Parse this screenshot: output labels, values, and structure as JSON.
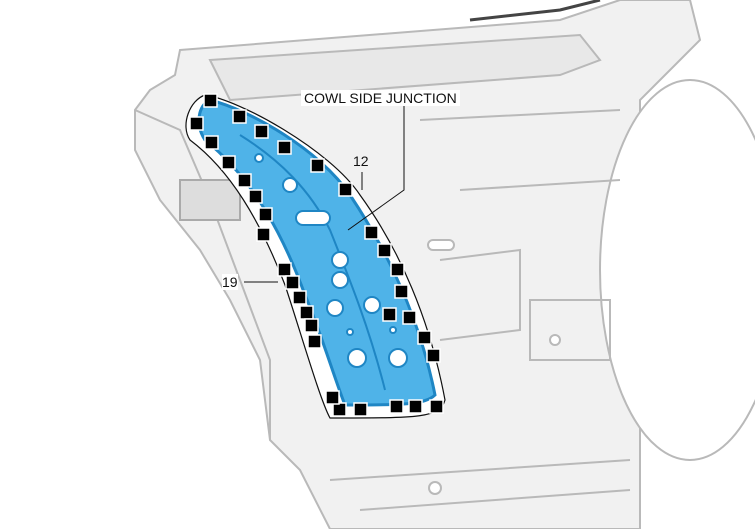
{
  "labels": {
    "part_name": "COWL SIDE JUNCTION",
    "callout_12": "12",
    "callout_19": "19"
  },
  "colors": {
    "part_fill": "#4fb3e8",
    "part_dark": "#1f86c4",
    "body_fill": "#f1f1f1",
    "body_stroke": "#b9b9b9",
    "weld_marker": "#000000"
  }
}
